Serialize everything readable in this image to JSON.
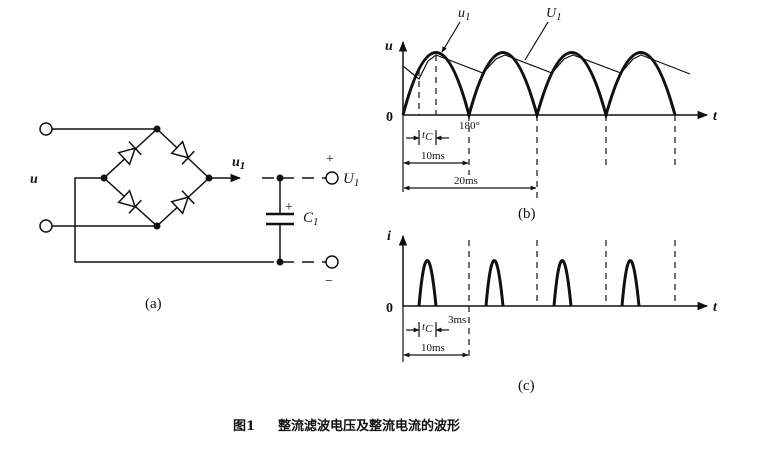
{
  "circuit": {
    "input_label": "u",
    "rect_label": "u",
    "rect_sub": "1",
    "out_label": "U",
    "out_sub": "1",
    "cap_label": "C",
    "cap_sub": "1",
    "cap_plus": "+",
    "plus": "+",
    "minus": "−",
    "panel_label": "(a)"
  },
  "plot_b": {
    "y_axis": "u",
    "x_axis": "t",
    "origin": "0",
    "curve_label_u1": "u",
    "curve_label_u1_sub": "1",
    "curve_label_U1": "U",
    "curve_label_U1_sub": "1",
    "angle_label": "180°",
    "tc_label": "t",
    "tc_sub": "C",
    "span_10": "10ms",
    "span_20": "20ms",
    "panel_label": "(b)"
  },
  "plot_c": {
    "y_axis": "i",
    "x_axis": "t",
    "origin": "0",
    "tc_label": "t",
    "tc_sub": "C",
    "span_3": "3ms",
    "span_10": "10ms",
    "panel_label": "(c)"
  },
  "caption": {
    "fig_no": "图1",
    "text": "整流滤波电压及整流电流的波形"
  }
}
